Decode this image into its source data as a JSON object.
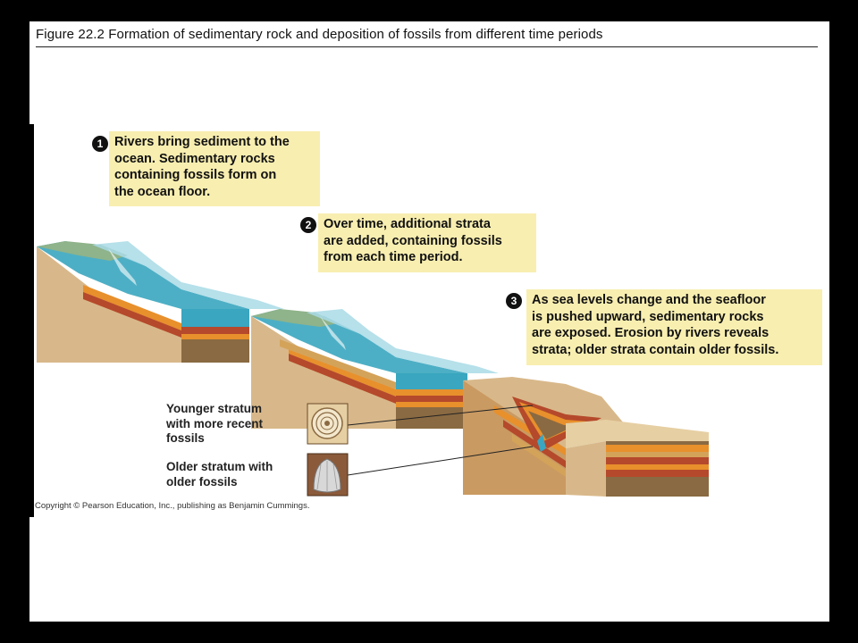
{
  "figure_title": "Figure 22.2  Formation of sedimentary rock and deposition of fossils from different time periods",
  "steps": [
    {
      "number": "1",
      "text_lines": [
        "Rivers bring sediment to the",
        "ocean. Sedimentary rocks",
        "containing fossils form on",
        "the ocean floor."
      ]
    },
    {
      "number": "2",
      "text_lines": [
        "Over time, additional strata",
        "are added, containing fossils",
        "from each time period."
      ]
    },
    {
      "number": "3",
      "text_lines": [
        "As sea levels change and the seafloor",
        "is pushed upward, sedimentary rocks",
        "are exposed. Erosion by rivers reveals",
        "strata; older strata contain older fossils."
      ]
    }
  ],
  "fossil_labels": {
    "younger": [
      "Younger stratum",
      "with more recent",
      "fossils"
    ],
    "older": [
      "Older stratum with",
      "older fossils"
    ]
  },
  "copyright": "Copyright © Pearson Education, Inc., publishing as Benjamin Cummings.",
  "icons": {
    "young_fossil": "ammonite-shell-icon",
    "old_fossil": "brachiopod-shell-icon",
    "step_number": "numbered-circle-icon"
  },
  "colors": {
    "callout_bg": "#f8eeb0",
    "water": "#3aa6bf",
    "water_light": "#a9dbe6",
    "land": "#d8b88a",
    "land_top": "#8fb38a",
    "strata_red": "#b5492b",
    "strata_orange": "#e8902c",
    "strata_tan": "#d4a35a",
    "rock_brown": "#8a6a42"
  }
}
